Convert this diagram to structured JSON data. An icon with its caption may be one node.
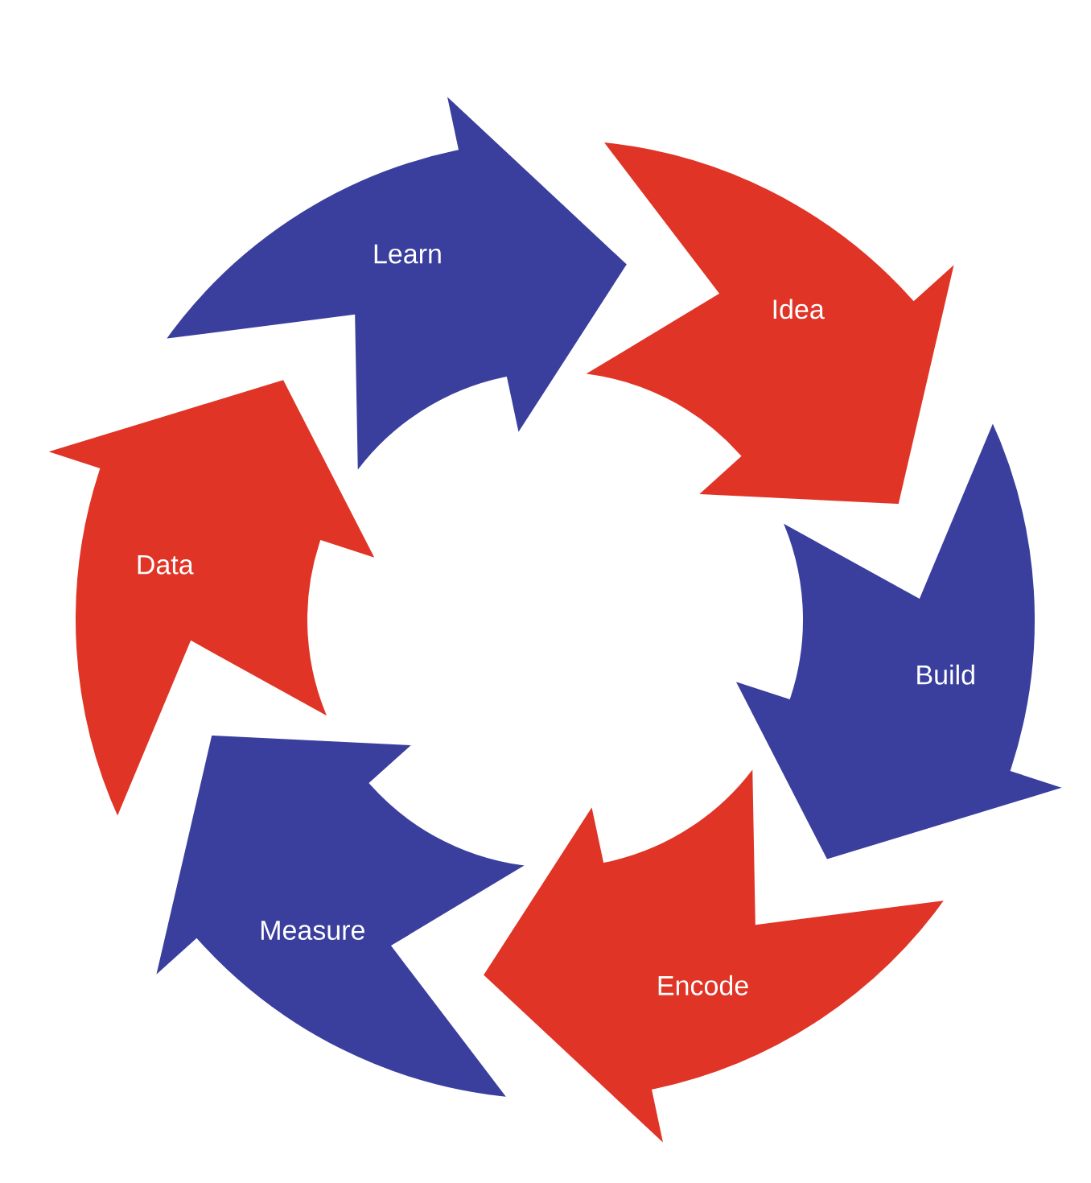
{
  "diagram": {
    "nodes": [
      {
        "text": [
          "Learn"
        ]
      },
      {
        "text": [
          "Idea"
        ]
      },
      {
        "text": [
          "Data"
        ]
      },
      {
        "text": [
          "Build"
        ]
      },
      {
        "text": [
          "Measure"
        ]
      },
      {
        "text": [
          "Encode"
        ]
      }
    ]
  }
}
